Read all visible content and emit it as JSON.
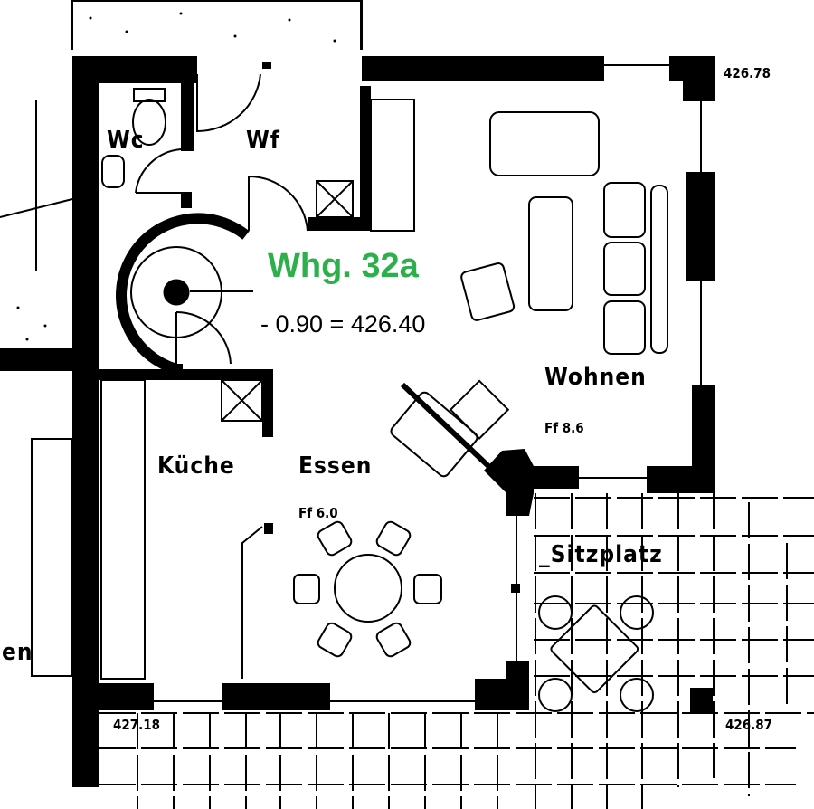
{
  "apartment": {
    "label": "Whg. 32a",
    "level_note": "- 0.90 = 426.40",
    "accent_color": "#2db04b"
  },
  "rooms": {
    "wc": "Wc",
    "wf": "Wf",
    "wohnen": "Wohnen",
    "wohnen_area": "Ff  8.6",
    "kueche": "Küche",
    "essen": "Essen",
    "essen_area": "Ff  6.0",
    "sitzplatz": "_Sitzplatz",
    "neighbor_partial": "en"
  },
  "elevations": {
    "top_right": "426.78",
    "bottom_left": "427.18",
    "bottom_right": "426.87"
  }
}
